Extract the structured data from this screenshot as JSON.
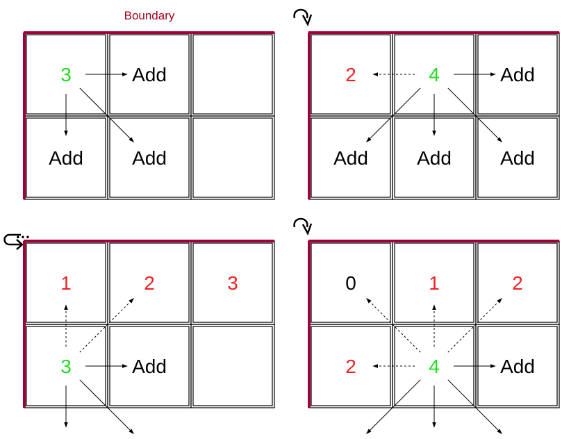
{
  "caption": "Boundary",
  "continuation_mark": "…",
  "colors": {
    "boundary": "#A0003A",
    "current": "#22DD22",
    "visited": "#EE2222",
    "neutral": "#000000",
    "caption": "#A0001A"
  },
  "panels": [
    {
      "id": "top-left",
      "cells": [
        [
          "3",
          "Add",
          ""
        ],
        [
          "Add",
          "Add",
          ""
        ]
      ],
      "cell_colors": [
        [
          "current",
          "neutral",
          "neutral"
        ],
        [
          "neutral",
          "neutral",
          "neutral"
        ]
      ],
      "arrows": [
        {
          "from": "0,0",
          "to": "0,1",
          "style": "solid"
        },
        {
          "from": "0,0",
          "to": "1,0",
          "style": "solid"
        },
        {
          "from": "0,0",
          "to": "1,1",
          "style": "solid"
        }
      ]
    },
    {
      "id": "top-right",
      "cells": [
        [
          "2",
          "4",
          "Add"
        ],
        [
          "Add",
          "Add",
          "Add"
        ]
      ],
      "cell_colors": [
        [
          "visited",
          "current",
          "neutral"
        ],
        [
          "neutral",
          "neutral",
          "neutral"
        ]
      ],
      "arrows": [
        {
          "from": "0,1",
          "to": "0,0",
          "style": "dashed"
        },
        {
          "from": "0,1",
          "to": "0,2",
          "style": "solid"
        },
        {
          "from": "0,1",
          "to": "1,0",
          "style": "solid"
        },
        {
          "from": "0,1",
          "to": "1,1",
          "style": "solid"
        },
        {
          "from": "0,1",
          "to": "1,2",
          "style": "solid"
        }
      ]
    },
    {
      "id": "bottom-left",
      "cells": [
        [
          "1",
          "2",
          "3"
        ],
        [
          "3",
          "Add",
          ""
        ]
      ],
      "cell_colors": [
        [
          "visited",
          "visited",
          "visited"
        ],
        [
          "current",
          "neutral",
          "neutral"
        ]
      ],
      "arrows": [
        {
          "from": "1,0",
          "to": "0,0",
          "style": "dashed"
        },
        {
          "from": "1,0",
          "to": "0,1",
          "style": "dashed"
        },
        {
          "from": "1,0",
          "to": "1,1",
          "style": "solid"
        },
        {
          "from": "1,0",
          "to": "2,0",
          "style": "solid"
        },
        {
          "from": "1,0",
          "to": "2,1",
          "style": "solid"
        }
      ]
    },
    {
      "id": "bottom-right",
      "cells": [
        [
          "0",
          "1",
          "2"
        ],
        [
          "2",
          "4",
          "Add"
        ]
      ],
      "cell_colors": [
        [
          "neutral",
          "visited",
          "visited"
        ],
        [
          "visited",
          "current",
          "neutral"
        ]
      ],
      "arrows": [
        {
          "from": "1,1",
          "to": "0,0",
          "style": "dashed"
        },
        {
          "from": "1,1",
          "to": "0,1",
          "style": "dashed"
        },
        {
          "from": "1,1",
          "to": "0,2",
          "style": "dashed"
        },
        {
          "from": "1,1",
          "to": "1,0",
          "style": "dashed"
        },
        {
          "from": "1,1",
          "to": "1,2",
          "style": "solid"
        },
        {
          "from": "1,1",
          "to": "2,0",
          "style": "solid"
        },
        {
          "from": "1,1",
          "to": "2,1",
          "style": "solid"
        },
        {
          "from": "1,1",
          "to": "2,2",
          "style": "solid"
        }
      ]
    }
  ]
}
